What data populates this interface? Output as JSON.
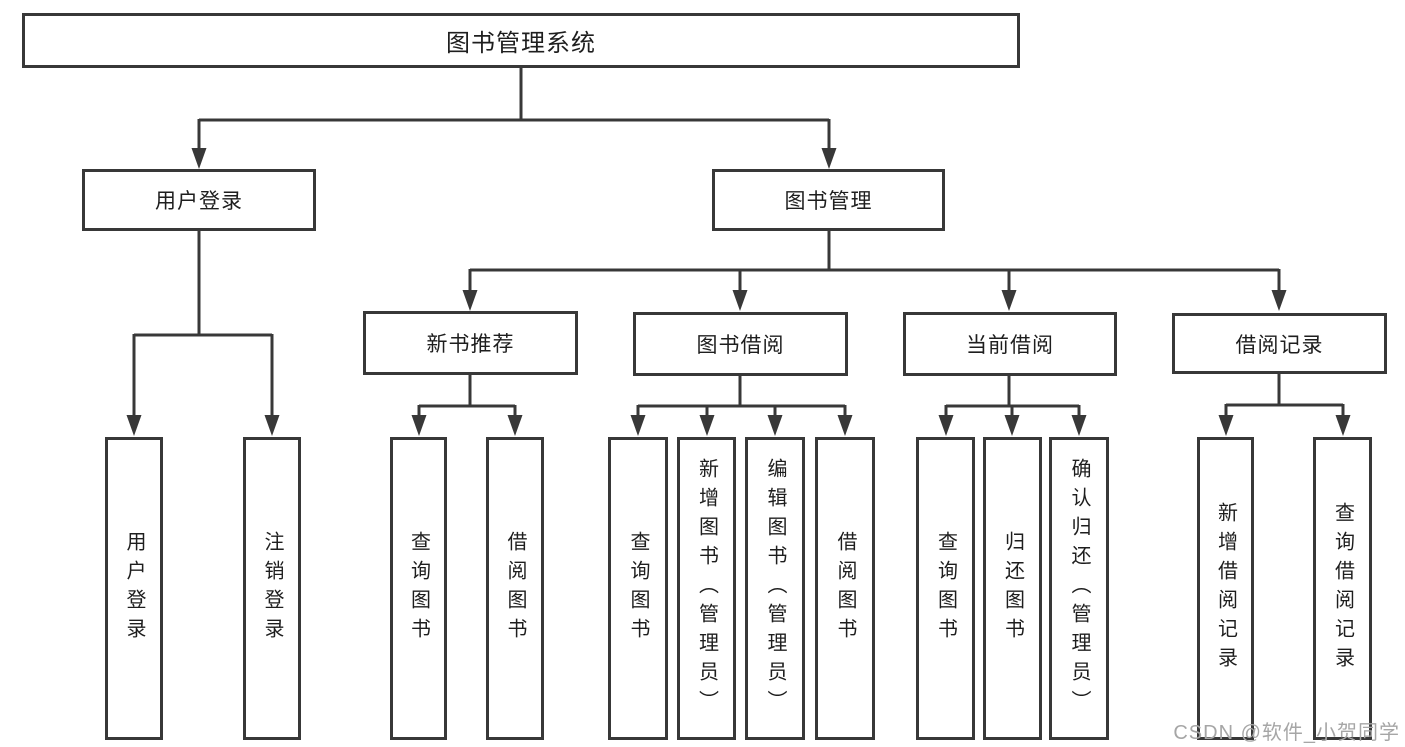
{
  "diagram_type": "hierarchy-tree",
  "colors": {
    "line": "#383838",
    "box_border": "#383838",
    "text": "#1e1e1e",
    "background": "#ffffff",
    "watermark": "#a6a6a6"
  },
  "watermark": "CSDN @软件_小贺同学",
  "tree": {
    "label": "图书管理系统",
    "children": [
      {
        "label": "用户登录",
        "children": [
          {
            "label": "用户登录"
          },
          {
            "label": "注销登录"
          }
        ]
      },
      {
        "label": "图书管理",
        "children": [
          {
            "label": "新书推荐",
            "children": [
              {
                "label": "查询图书"
              },
              {
                "label": "借阅图书"
              }
            ]
          },
          {
            "label": "图书借阅",
            "children": [
              {
                "label": "查询图书"
              },
              {
                "label": "新增图书（管理员）"
              },
              {
                "label": "编辑图书（管理员）"
              },
              {
                "label": "借阅图书"
              }
            ]
          },
          {
            "label": "当前借阅",
            "children": [
              {
                "label": "查询图书"
              },
              {
                "label": "归还图书"
              },
              {
                "label": "确认归还（管理员）"
              }
            ]
          },
          {
            "label": "借阅记录",
            "children": [
              {
                "label": "新增借阅记录"
              },
              {
                "label": "查询借阅记录"
              }
            ]
          }
        ]
      }
    ]
  }
}
